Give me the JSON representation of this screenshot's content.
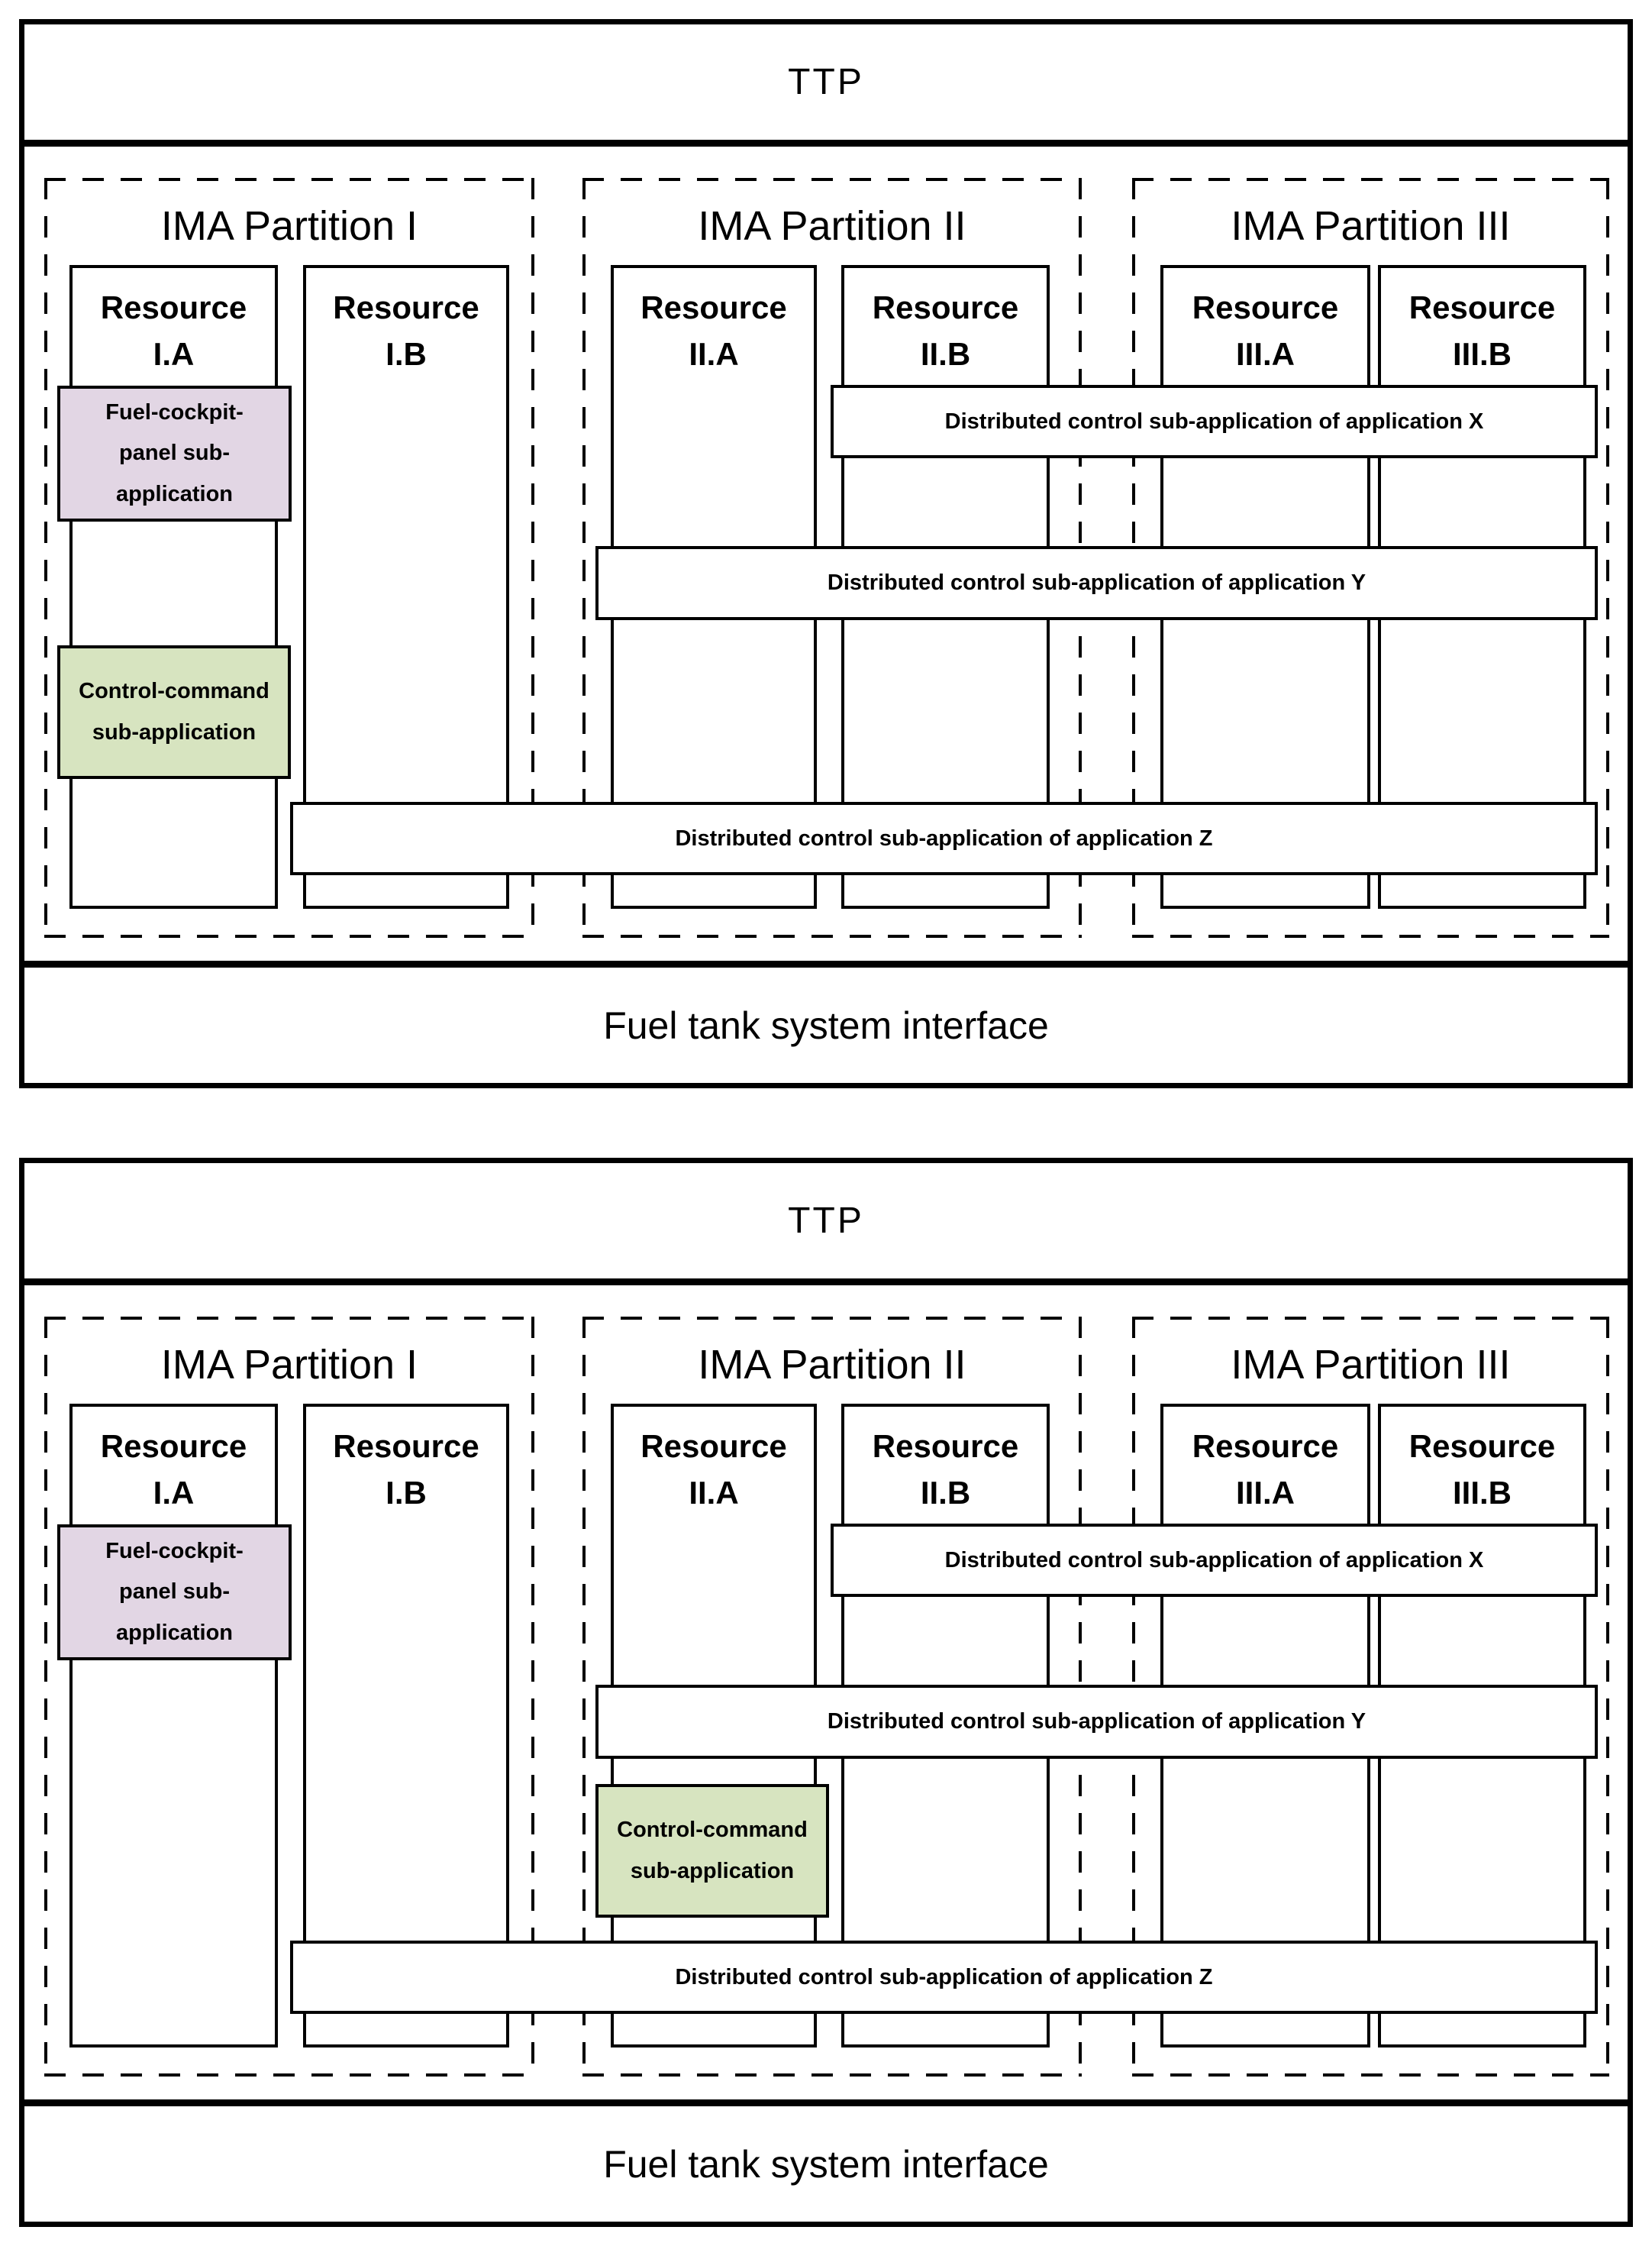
{
  "colors": {
    "fuel_cockpit_fill": "#E2D6E4",
    "control_command_fill": "#D7E4C0",
    "line_color": "#000000",
    "background": "#FFFFFF"
  },
  "diagrams": [
    {
      "ttp_label": "TTP",
      "footer_label": "Fuel tank system interface",
      "partitions": [
        {
          "title": "IMA Partition I",
          "resources": [
            {
              "name": "Resource",
              "id": "I.A"
            },
            {
              "name": "Resource",
              "id": "I.B"
            }
          ]
        },
        {
          "title": "IMA Partition II",
          "resources": [
            {
              "name": "Resource",
              "id": "II.A"
            },
            {
              "name": "Resource",
              "id": "II.B"
            }
          ]
        },
        {
          "title": "IMA Partition III",
          "resources": [
            {
              "name": "Resource",
              "id": "III.A"
            },
            {
              "name": "Resource",
              "id": "III.B"
            }
          ]
        }
      ],
      "fuel_cockpit_subapp": {
        "line1": "Fuel-cockpit-",
        "line2": "panel sub-",
        "line3": "application",
        "host_resource": "I.A"
      },
      "control_command_subapp": {
        "line1": "Control-command",
        "line2": "sub-application",
        "host_resource": "I.A"
      },
      "distributed_bars": [
        {
          "label": "Distributed control sub-application of application X"
        },
        {
          "label": "Distributed control sub-application of application Y"
        },
        {
          "label": "Distributed control sub-application of application Z"
        }
      ]
    },
    {
      "ttp_label": "TTP",
      "footer_label": "Fuel tank system interface",
      "partitions": [
        {
          "title": "IMA Partition I",
          "resources": [
            {
              "name": "Resource",
              "id": "I.A"
            },
            {
              "name": "Resource",
              "id": "I.B"
            }
          ]
        },
        {
          "title": "IMA Partition II",
          "resources": [
            {
              "name": "Resource",
              "id": "II.A"
            },
            {
              "name": "Resource",
              "id": "II.B"
            }
          ]
        },
        {
          "title": "IMA Partition III",
          "resources": [
            {
              "name": "Resource",
              "id": "III.A"
            },
            {
              "name": "Resource",
              "id": "III.B"
            }
          ]
        }
      ],
      "fuel_cockpit_subapp": {
        "line1": "Fuel-cockpit-",
        "line2": "panel sub-",
        "line3": "application",
        "host_resource": "I.A"
      },
      "control_command_subapp": {
        "line1": "Control-command",
        "line2": "sub-application",
        "host_resource": "II.A"
      },
      "distributed_bars": [
        {
          "label": "Distributed control sub-application of application X"
        },
        {
          "label": "Distributed control sub-application of application Y"
        },
        {
          "label": "Distributed control sub-application of application Z"
        }
      ]
    }
  ]
}
